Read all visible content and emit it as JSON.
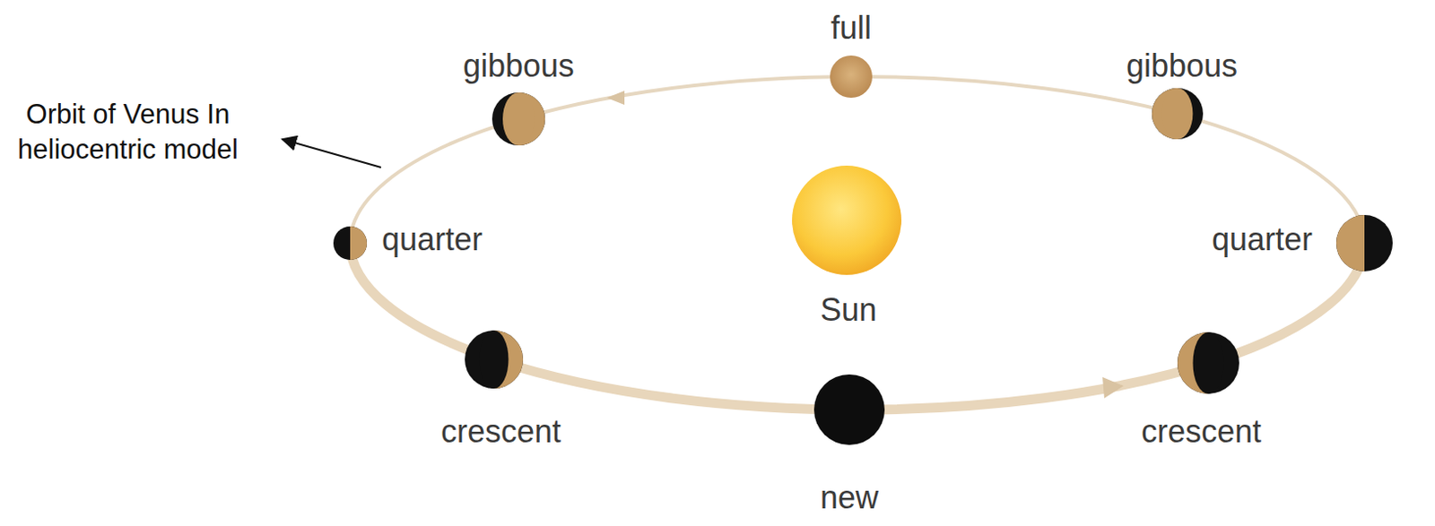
{
  "diagram": {
    "labels": [
      "full",
      "gibbous",
      "gibbous",
      "Orbit of Venus In heliocentric model",
      "quarter",
      "Sun",
      "quarter",
      "crescent",
      "crescent",
      "new"
    ]
  }
}
